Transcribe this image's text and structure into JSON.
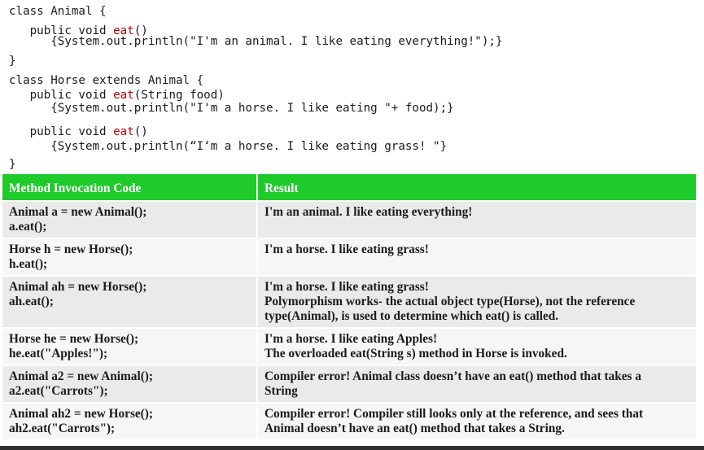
{
  "code": {
    "lines": [
      {
        "indent": "",
        "pre": "class Animal {",
        "kw": "",
        "post": ""
      },
      {
        "indent": "   ",
        "pre": "public void ",
        "kw": "eat",
        "post": "()"
      },
      {
        "indent": "      ",
        "pre": "{System.out.println(\"I'm an animal. I like eating everything!\");}",
        "kw": "",
        "post": ""
      },
      {
        "indent": "",
        "pre": "}",
        "kw": "",
        "post": ""
      },
      {
        "indent": "",
        "pre": "class Horse extends Animal {",
        "kw": "",
        "post": ""
      },
      {
        "indent": "   ",
        "pre": "public void ",
        "kw": "eat",
        "post": "(String food)"
      },
      {
        "indent": "      ",
        "pre": "{System.out.println(\"I'm a horse. I like eating \"+ food);}",
        "kw": "",
        "post": ""
      },
      {
        "indent": "   ",
        "pre": "public void ",
        "kw": "eat",
        "post": "()"
      },
      {
        "indent": "      ",
        "pre": "{System.out.println(“I‘m a horse. I like eating grass! \"}",
        "kw": "",
        "post": ""
      },
      {
        "indent": "",
        "pre": "}",
        "kw": "",
        "post": ""
      }
    ]
  },
  "table": {
    "headers": [
      "Method Invocation Code",
      "Result"
    ],
    "rows": [
      {
        "code": [
          "Animal a = new Animal();",
          "a.eat();"
        ],
        "result": [
          "I'm an animal. I like eating everything!"
        ]
      },
      {
        "code": [
          "Horse h = new Horse();",
          "h.eat();"
        ],
        "result": [
          "I'm a horse. I like eating grass!"
        ]
      },
      {
        "code": [
          "Animal ah = new Horse();",
          "ah.eat();"
        ],
        "result": [
          "I'm a horse. I like eating grass!",
          "Polymorphism works- the actual object type(Horse), not the reference",
          "type(Animal), is used to determine which eat() is called."
        ]
      },
      {
        "code": [
          "Horse he = new Horse();",
          "he.eat(\"Apples!\");"
        ],
        "result": [
          "I'm a horse. I like eating Apples!",
          "The overloaded eat(String s) method in Horse is invoked."
        ]
      },
      {
        "code": [
          "Animal a2 = new Animal();",
          "a2.eat(\"Carrots\");"
        ],
        "result": [
          "Compiler error! Animal class doesn’t have an eat() method that takes a",
          "String"
        ]
      },
      {
        "code": [
          "Animal ah2 = new Horse();",
          "ah2.eat(\"Carrots\");"
        ],
        "result": [
          "Compiler error! Compiler still looks only at the reference, and sees that",
          "Animal doesn’t have an eat() method that takes a String."
        ]
      }
    ]
  }
}
